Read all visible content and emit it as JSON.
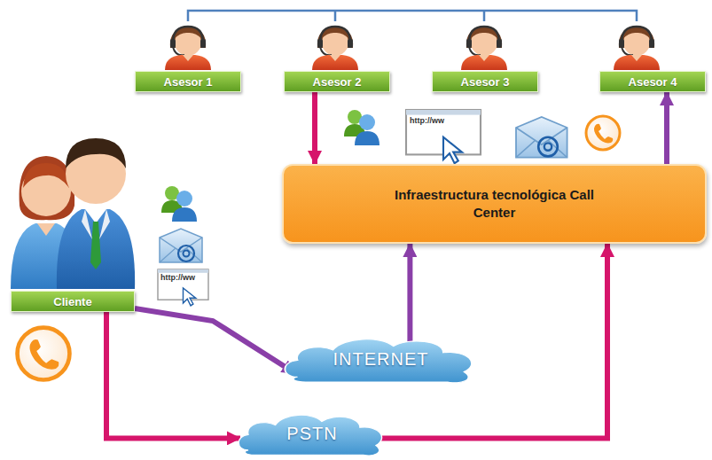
{
  "diagram": {
    "nodes": [
      {
        "text": [
          "Asesor 1"
        ]
      },
      {
        "text": [
          "Asesor 2"
        ]
      },
      {
        "text": [
          "Asesor 3"
        ]
      },
      {
        "text": [
          "Asesor 4"
        ]
      },
      {
        "text": [
          "Infraestructura tecnológica Call Center"
        ]
      },
      {
        "text": [
          "Cliente"
        ]
      },
      {
        "text": [
          "INTERNET"
        ]
      },
      {
        "text": [
          "PSTN"
        ]
      }
    ],
    "edges": [
      {
        "from": 1,
        "to": 4,
        "arrow": "to"
      },
      {
        "from": 4,
        "to": 3,
        "arrow": "to"
      },
      {
        "from": 5,
        "to": 6,
        "arrow": "to"
      },
      {
        "from": 6,
        "to": 4,
        "arrow": "to"
      },
      {
        "from": 5,
        "to": 7,
        "arrow": "to"
      },
      {
        "from": 7,
        "to": 4,
        "arrow": "to"
      }
    ],
    "labels": [
      "http://ww",
      "http://ww"
    ]
  }
}
